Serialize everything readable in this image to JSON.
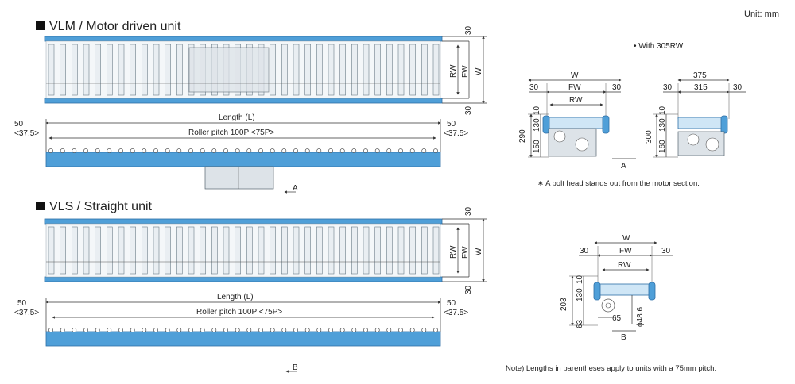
{
  "unit_label": "Unit: mm",
  "vlm": {
    "title": "VLM / Motor driven unit",
    "dims": {
      "d30_top": "30",
      "rw": "RW",
      "fw": "FW",
      "w": "W",
      "d30_bottom": "30",
      "left_50": "50",
      "left_375": "<37.5>",
      "right_50": "50",
      "right_375": "<37.5>",
      "length": "Length (L)",
      "pitch": "Roller pitch 100P <75P>",
      "view": "A"
    }
  },
  "vls": {
    "title": "VLS / Straight unit",
    "dims": {
      "d30_top": "30",
      "rw": "RW",
      "fw": "FW",
      "w": "W",
      "d30_bottom": "30",
      "left_50": "50",
      "left_375": "<37.5>",
      "right_50": "50",
      "right_375": "<37.5>",
      "length": "Length (L)",
      "pitch": "Roller pitch 100P <75P>",
      "view": "B"
    }
  },
  "section_a": {
    "w": "W",
    "d30l": "30",
    "fw": "FW",
    "d30r": "30",
    "rw": "RW",
    "h290": "290",
    "h10": "10",
    "h130": "130",
    "h150": "150",
    "label": "A"
  },
  "section_305": {
    "caption": "• With 305RW",
    "w375": "375",
    "d30l": "30",
    "w315": "315",
    "d30r": "30",
    "h300": "300",
    "h10": "10",
    "h130": "130",
    "h160": "160"
  },
  "bolt_note": "∗ A bolt head stands out from the motor section.",
  "section_b": {
    "w": "W",
    "d30l": "30",
    "fw": "FW",
    "d30r": "30",
    "rw": "RW",
    "h203": "203",
    "h10": "10",
    "h130": "130",
    "h63": "63",
    "d65": "65",
    "phi": "ϕ48.6",
    "label": "B"
  },
  "footnote": "Note) Lengths in parentheses apply to units with a 75mm pitch.",
  "colors": {
    "frame_blue": "#4f9fd8",
    "frame_light": "#cfe6f6",
    "roller_gray": "#e9eef2"
  }
}
